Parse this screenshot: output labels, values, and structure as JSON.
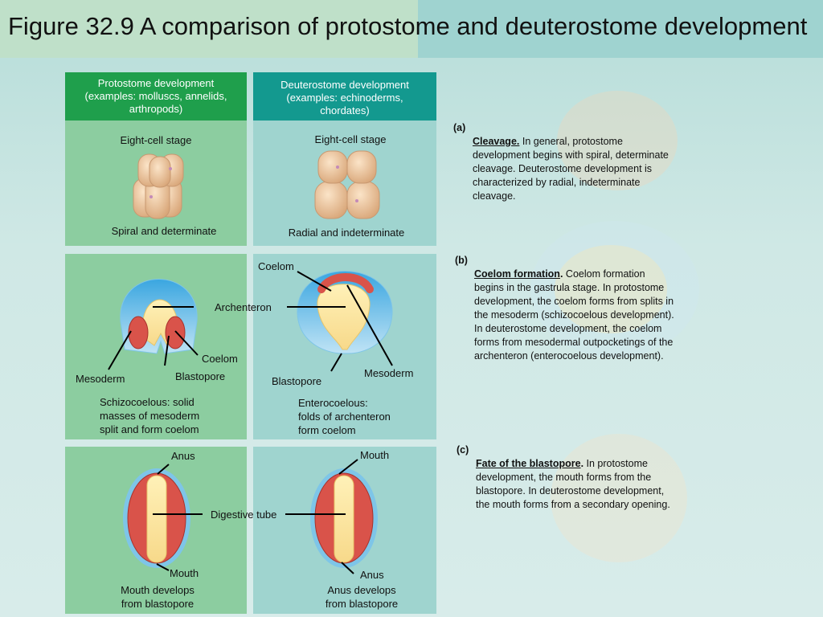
{
  "title": "Figure 32.9 A comparison of protostome and deuterostome development",
  "protostome": {
    "header": "Protostome development\n(examples: molluscs, annelids,\narthropods)",
    "cleavage_stage": "Eight-cell stage",
    "cleavage_type": "Spiral and determinate",
    "coelom_labels": {
      "archenteron": "Archenteron",
      "coelom": "Coelom",
      "mesoderm": "Mesoderm",
      "blastopore": "Blastopore"
    },
    "coelom_caption": "Schizocoelous: solid\nmasses of mesoderm\nsplit and form coelom",
    "tube_labels": {
      "anus": "Anus",
      "mouth": "Mouth",
      "digestive_tube": "Digestive tube"
    },
    "fate_caption": "Mouth develops\nfrom blastopore"
  },
  "deuterostome": {
    "header": "Deuterostome development\n(examples: echinoderms,\nchordates)",
    "cleavage_stage": "Eight-cell stage",
    "cleavage_type": "Radial and indeterminate",
    "coelom_labels": {
      "coelom": "Coelom",
      "mesoderm": "Mesoderm",
      "blastopore": "Blastopore"
    },
    "coelom_caption": "Enterocoelous:\nfolds of archenteron\nform coelom",
    "tube_labels": {
      "mouth": "Mouth",
      "anus": "Anus"
    },
    "fate_caption": "Anus develops\nfrom blastopore"
  },
  "notes": [
    {
      "tag": "(a)",
      "heading": "Cleavage.",
      "text": " In general, protostome development begins with spiral, determinate cleavage. Deuterostome development is characterized by radial, indeterminate cleavage."
    },
    {
      "tag": "(b)",
      "heading": "Coelom formation",
      "heading_suffix": ".",
      "text": " Coelom formation begins in the gastrula stage. In protostome development, the coelom forms from splits in the mesoderm (schizocoelous development). In deuterostome development, the coelom forms from mesodermal outpocketings of the archenteron (enterocoelous development)."
    },
    {
      "tag": "(c)",
      "heading": "Fate of the blastopore",
      "heading_suffix": ".",
      "text": " In protostome development, the mouth forms from the blastopore. In deuterostome development, the mouth forms from a secondary opening."
    }
  ],
  "colors": {
    "proto_header": "#1f9f4c",
    "deutero_header": "#13998f",
    "proto_panel": "#8ccda0",
    "deutero_panel": "#9fd4cf",
    "cell": "#f2cfa6",
    "mesoderm": "#d9534a",
    "ectoderm": "#4fb3e3",
    "archenteron": "#fde9a0"
  }
}
